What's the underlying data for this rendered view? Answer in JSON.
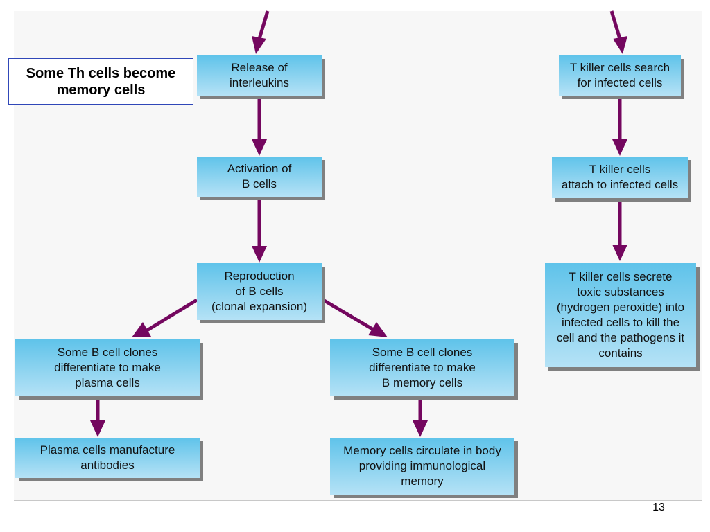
{
  "note": {
    "text": "Some Th cells become\nmemory cells"
  },
  "boxes": {
    "release_interleukins": "Release of\ninterleukins",
    "activation_b": "Activation of\nB cells",
    "reproduction_b": "Reproduction\nof B cells\n(clonal expansion)",
    "plasma_clones": "Some B cell clones\ndifferentiate to make\nplasma cells",
    "memory_clones": "Some B cell clones\ndifferentiate to make\nB memory cells",
    "plasma_antibodies": "Plasma cells manufacture\nantibodies",
    "memory_circulate": "Memory cells circulate in body\nproviding immunological\nmemory",
    "tkiller_search": "T killer cells search\nfor infected cells",
    "tkiller_attach": "T killer cells\nattach to infected cells",
    "tkiller_secrete": "T killer cells secrete\ntoxic substances\n(hydrogen peroxide) into\ninfected cells to kill the\ncell and the pathogens it\ncontains"
  },
  "colors": {
    "arrow": "#74075f",
    "box_top": "#5fc3ea",
    "box_bottom": "#b5e2f6",
    "box_shadow": "#808080",
    "note_border": "#3047b8"
  },
  "page_number": "13"
}
